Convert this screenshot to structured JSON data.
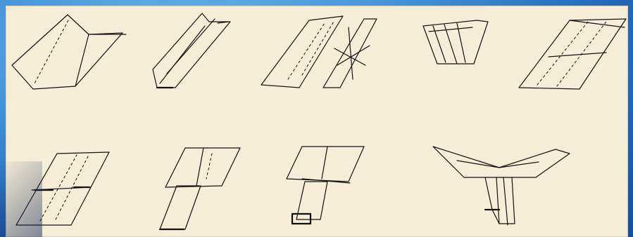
{
  "figure": {
    "panel_background": "#f6edd6",
    "frame_gradient": [
      "#6fb9ee",
      "#3f8fd8",
      "#1f62b3",
      "#174f98"
    ],
    "stroke_color": "#111111",
    "sketch_count": 9,
    "rows": [
      [
        "fold-sketch-1",
        "fold-sketch-2",
        "fold-sketch-3",
        "fold-sketch-4",
        "fold-sketch-5"
      ],
      [
        "fold-sketch-6",
        "fold-sketch-7",
        "fold-sketch-8",
        "fold-sketch-9"
      ]
    ]
  }
}
